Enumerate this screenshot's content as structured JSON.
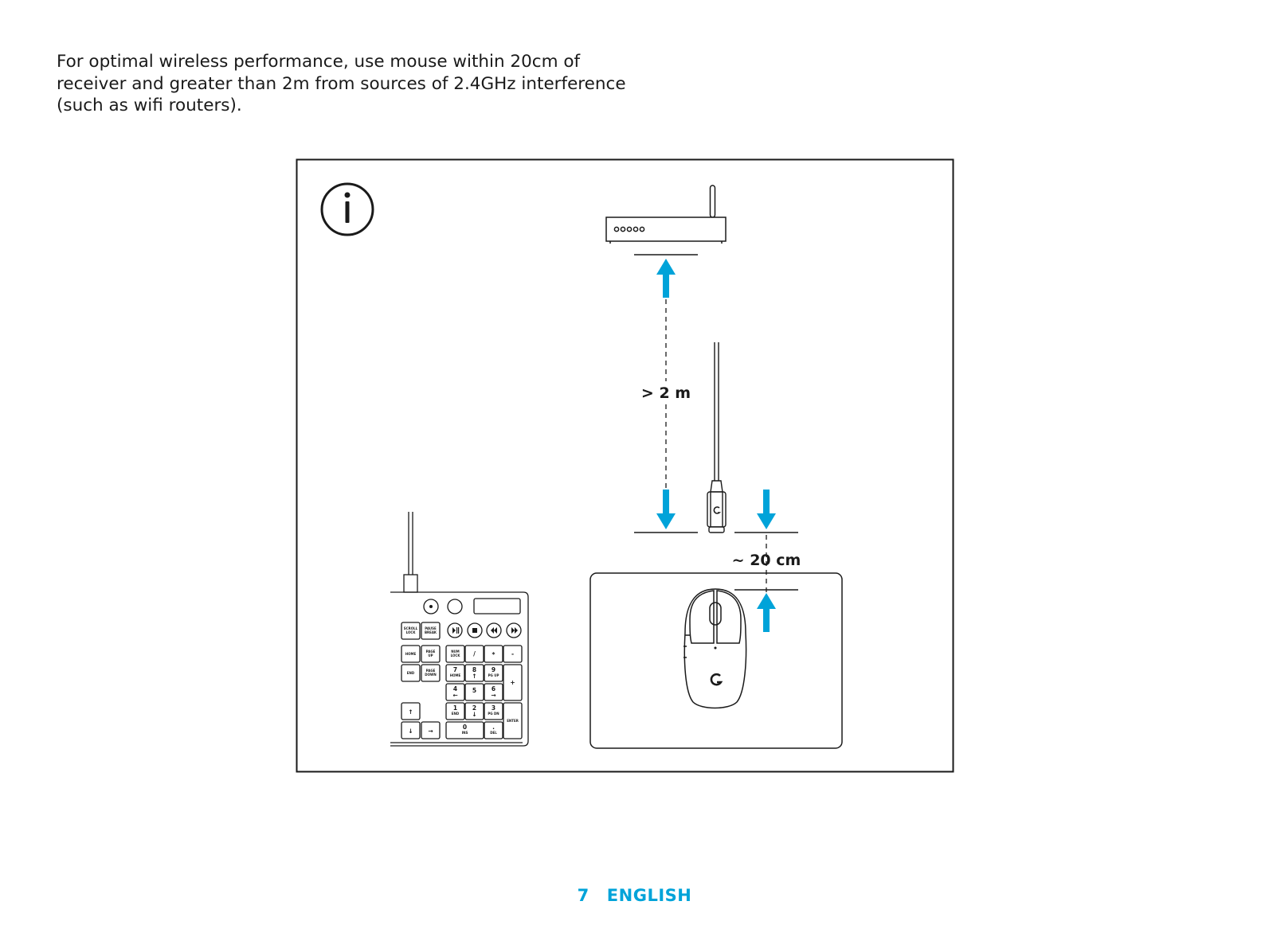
{
  "instructions": {
    "lines": [
      "For optimal wireless performance, use mouse within 20cm of",
      "receiver and greater than 2m from sources of 2.4GHz interference",
      "(such as wifi routers)."
    ]
  },
  "diagram": {
    "distance_router": "> 2 m",
    "distance_mouse": "~ 20 cm",
    "keypad": {
      "scroll_lock": [
        "SCROLL",
        "LOCK"
      ],
      "pause_break": [
        "PAUSE",
        "BREAK"
      ],
      "home": "HOME",
      "page_up": [
        "PAGE",
        "UP"
      ],
      "end": "END",
      "page_down": [
        "PAGE",
        "DOWN"
      ],
      "num_lock": [
        "NUM",
        "LOCK"
      ],
      "slash": "/",
      "asterisk": "*",
      "minus": "-",
      "plus": "+",
      "enter": "ENTER",
      "n7": "7",
      "n7_sub": "HOME",
      "n8": "8",
      "n8_sub": "↑",
      "n9": "9",
      "n9_sub": "PG UP",
      "n4": "4",
      "n4_sub": "←",
      "n5": "5",
      "n6": "6",
      "n6_sub": "→",
      "n1": "1",
      "n1_sub": "END",
      "n2": "2",
      "n2_sub": "↓",
      "n3": "3",
      "n3_sub": "PG DN",
      "n0": "0",
      "n0_sub": "INS",
      "dot": ".",
      "dot_sub": "DEL",
      "arrow_up": "↑",
      "arrow_down": "↓",
      "arrow_right": "→"
    }
  },
  "colors": {
    "accent": "#00a3d9",
    "ink": "#1a1a1a"
  },
  "icons": [
    "info-icon",
    "router-icon",
    "usb-receiver-icon",
    "keyboard-icon",
    "mouse-icon",
    "mouse-pad-icon",
    "arrow-up-icon",
    "arrow-down-icon",
    "logitech-g-logo-icon"
  ],
  "footer": {
    "page_number": "7",
    "language": "ENGLISH"
  }
}
